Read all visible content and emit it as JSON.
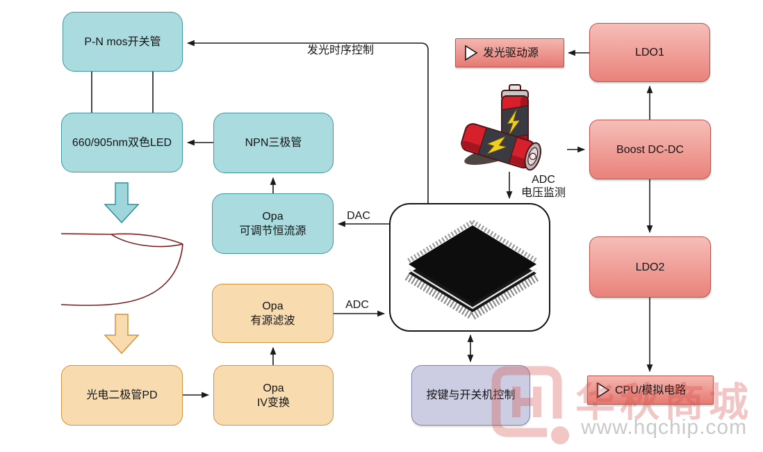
{
  "diagram": {
    "nodes": {
      "pn_mos": {
        "label": "P-N mos开关管"
      },
      "led": {
        "label": "660/905nm双色LED"
      },
      "npn": {
        "label": "NPN三极管"
      },
      "opa_current": {
        "label": "Opa\n可调节恒流源"
      },
      "opa_filter": {
        "label": "Opa\n有源滤波"
      },
      "pd": {
        "label": "光电二极管PD"
      },
      "opa_iv": {
        "label": "Opa\nIV变换"
      },
      "keys": {
        "label": "按键与开关机控制"
      },
      "led_driver": {
        "label": "发光驱动源"
      },
      "ldo1": {
        "label": "LDO1"
      },
      "boost": {
        "label": "Boost DC-DC"
      },
      "ldo2": {
        "label": "LDO2"
      },
      "cpu": {
        "label": "CPU/模拟电路"
      }
    },
    "edge_labels": {
      "timing": "发光时序控制",
      "dac": "DAC",
      "adc": "ADC",
      "adc_monitor": "ADC\n电压监测"
    },
    "colors": {
      "teal_fill": "#a9dbdf",
      "teal_stroke": "#3d98a0",
      "orange_fill": "#f8dbae",
      "orange_stroke": "#d6913e",
      "red_gradient_top": "#f6beb8",
      "red_gradient_bottom": "#e9827a",
      "red_stroke": "#b85450",
      "purple_fill": "#cccce3",
      "purple_stroke": "#8282ad",
      "line": "#1a1a1a",
      "finger_outline": "#7b1c1c",
      "battery_red": "#d6202b",
      "lightning_yellow": "#f2cf1f",
      "watermark_red": "rgba(213,82,77,0.33)",
      "watermark_gray": "#c9c9c9"
    }
  },
  "watermark": {
    "brand": "华秋商城",
    "url": "www.hqchip.com"
  }
}
